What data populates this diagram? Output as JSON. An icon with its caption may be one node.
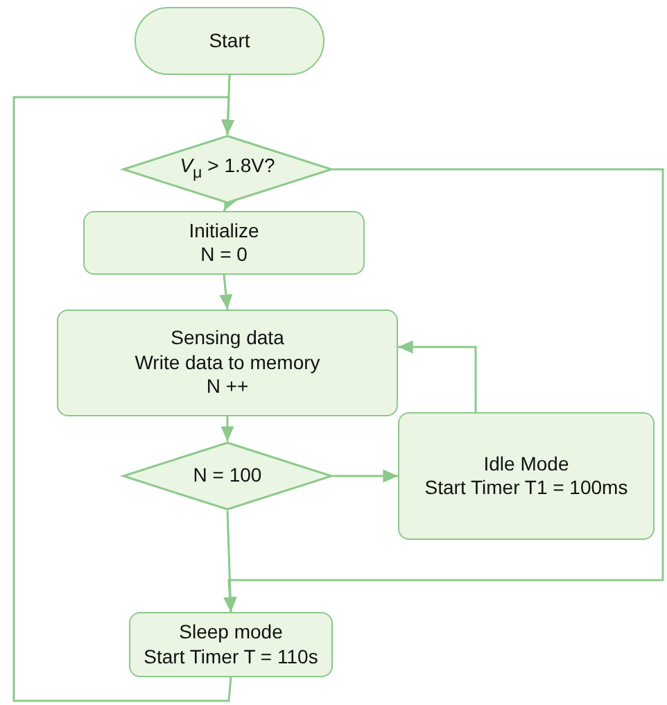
{
  "diagram": {
    "nodes": [
      {
        "text": [
          "Start"
        ]
      },
      {
        "text": [
          "*V*$_{μ}$ > 1.8V?"
        ]
      },
      {
        "text": [
          "Initialize",
          "N = 0"
        ]
      },
      {
        "text": [
          "Sensing data",
          "Write data to memory",
          "N ++"
        ]
      },
      {
        "text": [
          "N = 100"
        ]
      },
      {
        "text": [
          "Idle Mode",
          "Start Timer T1 = 100ms"
        ]
      },
      {
        "text": [
          "Sleep mode",
          "Start Timer T = 110s"
        ]
      }
    ],
    "edges": [
      {
        "from": 0,
        "to": 1,
        "arrow": "to"
      },
      {
        "from": 1,
        "to": 2,
        "arrow": "to"
      },
      {
        "from": 2,
        "to": 3,
        "arrow": "to"
      },
      {
        "from": 3,
        "to": 4,
        "arrow": "to"
      },
      {
        "from": 4,
        "to": 5,
        "arrow": "to"
      },
      {
        "from": 5,
        "to": 3,
        "arrow": "to"
      },
      {
        "from": 4,
        "to": 6,
        "arrow": "to"
      },
      {
        "from": 6,
        "to": 1,
        "arrow": "to"
      },
      {
        "from": 1,
        "to": 6,
        "arrow": "to"
      }
    ]
  }
}
